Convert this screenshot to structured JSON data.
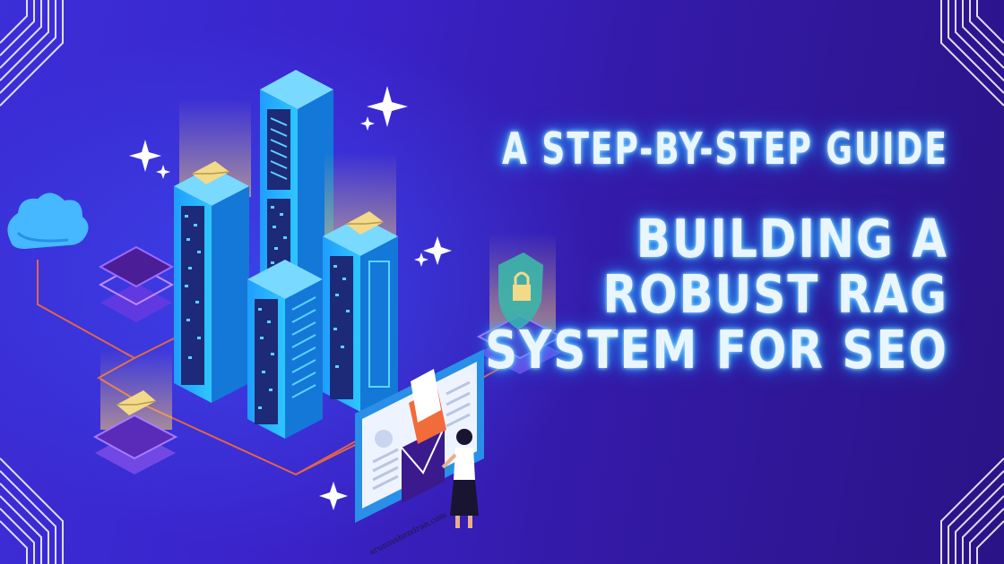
{
  "banner": {
    "subtitle": "A STEP-BY-STEP GUIDE",
    "title_lines": [
      "BUILDING A",
      "ROBUST RAG",
      "SYSTEM FOR SEO"
    ],
    "watermark": "arunmahendran.com"
  },
  "colors": {
    "background_left": "#3b2fd8",
    "background_right": "#2a1386",
    "neon_glow": "#34b4ff",
    "server_cyan": "#2ec6ff",
    "platform_purple": "#8b5cf6",
    "envelope_yellow": "#f3d98a",
    "accent_orange": "#f26b3a"
  },
  "icons": [
    "cloud-icon",
    "envelope-icon",
    "shield-lock-icon",
    "sparkle-icon",
    "server-tower-icon",
    "monitor-icon",
    "person-figure"
  ]
}
